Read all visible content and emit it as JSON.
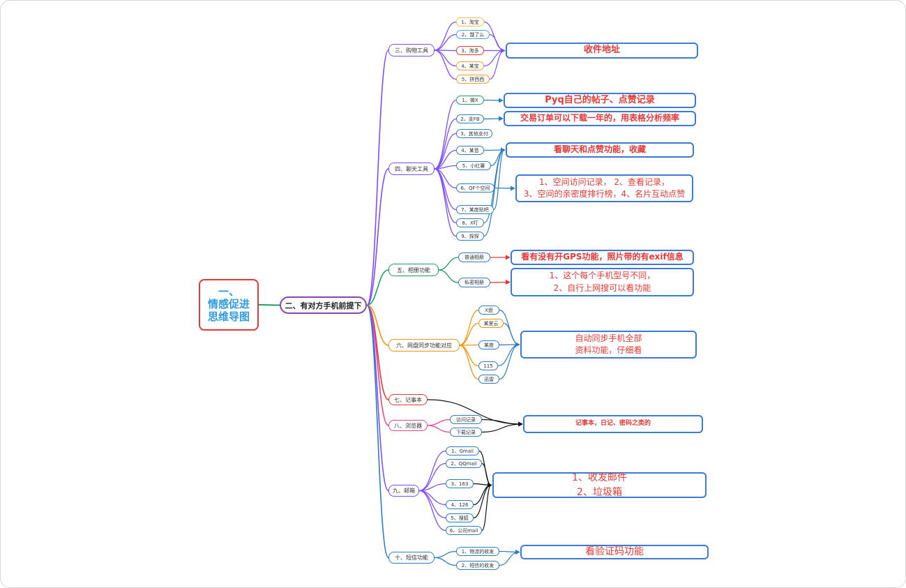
{
  "root": {
    "lines": [
      "一、",
      "情感促进",
      "思维导图"
    ]
  },
  "main_branch": {
    "label": "二、有对方手机前提下"
  },
  "categories": [
    {
      "label": "三、购物工具",
      "branch_color": "#7c4dff",
      "items": [
        {
          "label": "1、淘宝",
          "border": "#f5c342"
        },
        {
          "label": "2、饿了么",
          "border": "#40a9e0"
        },
        {
          "label": "3、淘多",
          "border": "#e53935"
        },
        {
          "label": "4、某宝",
          "border": "#f0a030"
        },
        {
          "label": "5、拼西西",
          "border": "#f0a030"
        }
      ]
    },
    {
      "label": "四、聊天工具",
      "branch_color": "#7c4dff",
      "items": [
        {
          "label": "1、微X",
          "border": "#1e9e62"
        },
        {
          "label": "2、支FB",
          "border": "#2e7cc4"
        },
        {
          "label": "3、其他支付",
          "border": "#2e7cc4"
        },
        {
          "label": "4、某音",
          "border": "#2e7cc4"
        },
        {
          "label": "5、小红薯",
          "border": "#2e7cc4"
        },
        {
          "label": "6、QF个空间",
          "border": "#2e7cc4"
        },
        {
          "label": "7、某度贴吧",
          "border": "#2e7cc4"
        },
        {
          "label": "8、X叮",
          "border": "#2e7cc4"
        },
        {
          "label": "9、探探",
          "border": "#2e7cc4"
        }
      ]
    },
    {
      "label": "五、相册功能",
      "branch_color": "#1e9e62",
      "items": [
        {
          "label": "普通相册",
          "border": "#2e7cc4"
        },
        {
          "label": "私密相册",
          "border": "#2e7cc4"
        }
      ]
    },
    {
      "label": "六、网盘同步功能对应",
      "branch_color": "#f0950c",
      "items": [
        {
          "label": "X盘",
          "border": "#2e7cc4"
        },
        {
          "label": "某里云",
          "border": "#f0950c"
        },
        {
          "label": "某度",
          "border": "#2e7cc4"
        },
        {
          "label": "115",
          "border": "#2e7cc4"
        },
        {
          "label": "迅雷",
          "border": "#2e7cc4"
        }
      ]
    },
    {
      "label": "七、记事本",
      "branch_color": "#e53935",
      "items": []
    },
    {
      "label": "八、浏览器",
      "branch_color": "#e84393",
      "items": [
        {
          "label": "访问记录",
          "border": "#2e7cc4"
        },
        {
          "label": "下载记录",
          "border": "#2e7cc4"
        }
      ]
    },
    {
      "label": "九、邮箱",
      "branch_color": "#7c4dff",
      "items": [
        {
          "label": "1、Gmail",
          "border": "#2e7cc4"
        },
        {
          "label": "2、QQmail",
          "border": "#2e7cc4"
        },
        {
          "label": "3、163",
          "border": "#2e7cc4"
        },
        {
          "label": "4、126",
          "border": "#2e7cc4"
        },
        {
          "label": "5、搜狐",
          "border": "#2e7cc4"
        },
        {
          "label": "6、公司mail",
          "border": "#2e7cc4"
        }
      ]
    },
    {
      "label": "十、短信功能",
      "branch_color": "#2e7cc4",
      "items": [
        {
          "label": "1、物流的收发",
          "border": "#2e7cc4"
        },
        {
          "label": "2、短信的收发",
          "border": "#2e7cc4"
        }
      ]
    }
  ],
  "notes": {
    "shipping": {
      "lines": [
        "收件地址"
      ]
    },
    "pyq": {
      "lines": [
        "Pyq自己的帖子、点赞记录"
      ]
    },
    "orders": {
      "lines": [
        "交易订单可以下载一年的，用表格分析频率"
      ]
    },
    "chat": {
      "lines": [
        "看聊天和点赞功能，收藏"
      ]
    },
    "qzone": {
      "lines": [
        "1、空间访问记录，          2、查看记录，",
        "3、空间的亲密度排行榜，4、名片互动点赞"
      ]
    },
    "gps": {
      "lines": [
        "看有没有开GPS功能，照片带的有exif信息"
      ]
    },
    "phone": {
      "lines": [
        "1、这个每个手机型号不同，",
        "  2、自行上网搜可以看功能"
      ]
    },
    "cloud": {
      "lines": [
        "自动同步手机全部",
        "资料功能，仔细看"
      ]
    },
    "notebook": {
      "lines": [
        "记事本，日记、密码之类的"
      ]
    },
    "mail": {
      "lines": [
        "1、收发邮件",
        "2、垃圾箱"
      ]
    },
    "sms": {
      "lines": [
        "看验证码功能"
      ]
    }
  },
  "colors": {
    "root_border": "#e53935",
    "root_text": "#2f9be0",
    "main_border": "#8e44ad",
    "note_text": "#e53935",
    "note_border": "#3a7bd5"
  }
}
